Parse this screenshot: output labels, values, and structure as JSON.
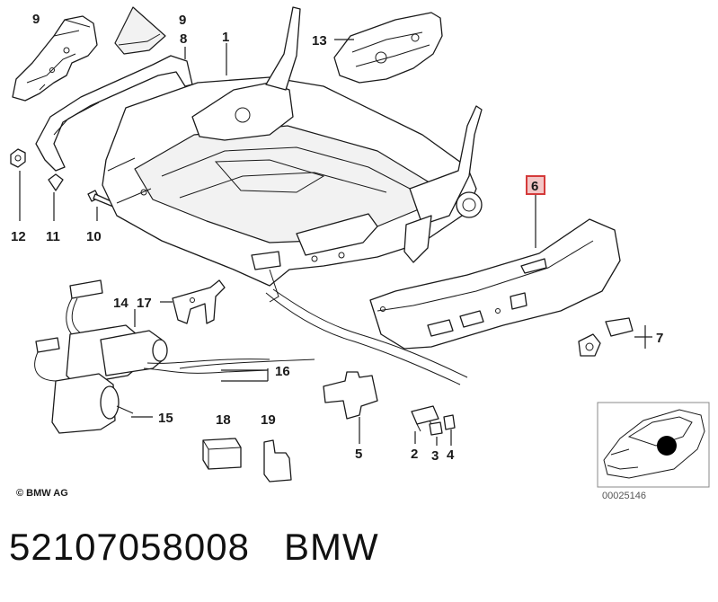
{
  "labels": {
    "p1": "1",
    "p2": "2",
    "p3": "3",
    "p4": "4",
    "p5": "5",
    "p6": "6",
    "p7": "7",
    "p8": "8",
    "p9a": "9",
    "p9b": "9",
    "p10": "10",
    "p11": "11",
    "p12": "12",
    "p13": "13",
    "p14": "14",
    "p15": "15",
    "p16": "16",
    "p17": "17",
    "p18": "18",
    "p19": "19"
  },
  "copyright": "© BMW AG",
  "inset_code": "00025146",
  "footer": {
    "part_number": "52107058008",
    "brand": "BMW"
  },
  "colors": {
    "highlight_box": "#d43a3a",
    "highlight_fill": "#f3c7c7",
    "line": "#1a1a1a"
  }
}
